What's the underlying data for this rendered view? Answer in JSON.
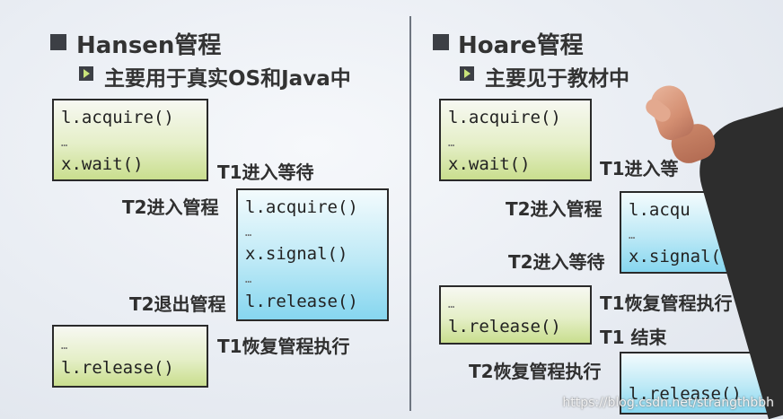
{
  "left": {
    "title": "Hansen管程",
    "subtitle": "主要用于真实OS和Java中",
    "box1": {
      "line1": "l.acquire()",
      "dots": "…",
      "line3": "x.wait()"
    },
    "label_t1_wait": "T1进入等待",
    "label_t2_enter": "T2进入管程",
    "box2": {
      "line1": "l.acquire()",
      "dots1": "…",
      "line2": "x.signal()",
      "dots2": "…",
      "line3": "l.release()"
    },
    "label_t2_exit": "T2退出管程",
    "label_t1_resume": "T1恢复管程执行",
    "box3": {
      "dots": "…",
      "line1": "l.release()"
    }
  },
  "right": {
    "title": "Hoare管程",
    "subtitle": "主要见于教材中",
    "box1": {
      "line1": "l.acquire()",
      "dots": "…",
      "line3": "x.wait()"
    },
    "label_t1_wait": "T1进入等",
    "label_t2_enter": "T2进入管程",
    "box2": {
      "line1": "l.acqu",
      "dots1": "…",
      "line2": "x.signal()"
    },
    "label_t2_wait": "T2进入等待",
    "label_t1_resume": "T1恢复管程执行",
    "label_t1_end": "T1 结束",
    "box3": {
      "dots": "…",
      "line1": "l.release()"
    },
    "label_t2_resume": "T2恢复管程执行",
    "box4": {
      "line1": "l.release()"
    }
  },
  "watermark": "https://blog.csdn.net/strangthbbh"
}
